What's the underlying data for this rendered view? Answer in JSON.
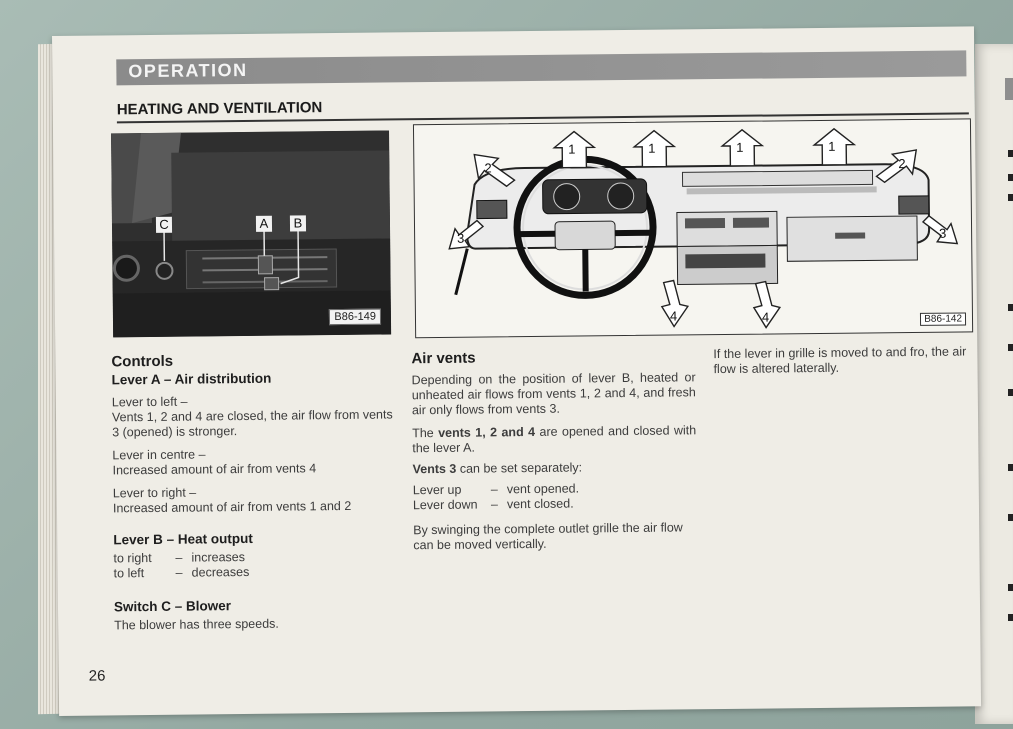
{
  "section_title": "OPERATION",
  "heading": "HEATING AND VENTILATION",
  "photo": {
    "label_c": "C",
    "label_a": "A",
    "label_b": "B",
    "code": "B86-149"
  },
  "diagram": {
    "code": "B86-142",
    "vent_labels": [
      "1",
      "1",
      "1",
      "1",
      "2",
      "2",
      "3",
      "3",
      "4",
      "4"
    ]
  },
  "controls": {
    "title": "Controls",
    "lever_a_title": "Lever A – Air distribution",
    "lever_left_head": "Lever to left –",
    "lever_left_text": "Vents 1, 2 and 4 are closed, the air flow from vents 3 (opened) is stronger.",
    "lever_centre_head": "Lever in centre –",
    "lever_centre_text": "Increased amount of air from vents 4",
    "lever_right_head": "Lever to right –",
    "lever_right_text": "Increased amount of air from vents 1 and 2",
    "lever_b_title": "Lever B – Heat output",
    "to_right": "to right",
    "increases": "increases",
    "to_left": "to left",
    "decreases": "decreases",
    "dash": "–",
    "switch_c_title": "Switch C – Blower",
    "switch_c_text": "The blower has three speeds."
  },
  "air_vents": {
    "title": "Air vents",
    "p1": "Depending on the position of lever B, heated or unheated air flows from vents 1, 2 and 4, and fresh air only flows from vents 3.",
    "p2_pre": "The ",
    "p2_bold": "vents 1, 2 and 4",
    "p2_post": " are opened and closed with the lever A.",
    "p3_bold": "Vents 3",
    "p3_post": " can be set separately:",
    "lever_up": "Lever up",
    "vent_opened": "vent opened.",
    "lever_down": "Lever down",
    "vent_closed": "vent closed.",
    "dash": "–",
    "p4": "By swinging the complete outlet grille the air flow can be moved vertically."
  },
  "right_col": {
    "text": "If the lever in grille is moved to and fro, the air flow is altered laterally."
  },
  "page_number": "26"
}
